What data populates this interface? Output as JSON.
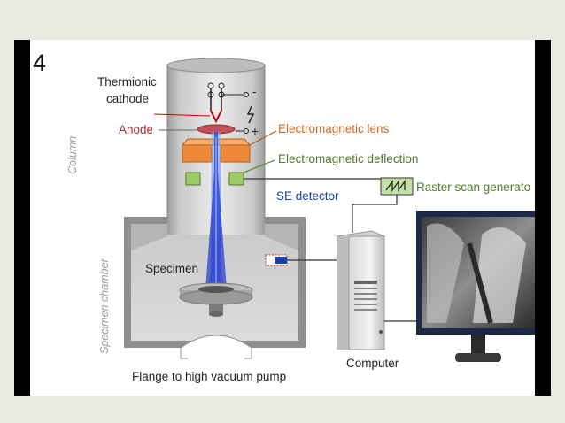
{
  "slide_number": "4",
  "diagram": {
    "side_labels": {
      "column": "Column",
      "chamber": "Specimen chamber"
    },
    "labels": {
      "thermionic_cathode": "Thermionic cathode",
      "thermionic_cathode_line1": "Thermionic",
      "thermionic_cathode_line2": "cathode",
      "anode": "Anode",
      "em_lens": "Electromagnetic lens",
      "em_deflection": "Electromagnetic deflection",
      "raster_scan_generator": "Raster scan generato",
      "se_detector": "SE detector",
      "specimen": "Specimen",
      "computer": "Computer",
      "flange": "Flange to high vacuum pump"
    },
    "voltage_signs": {
      "minus": "-",
      "plus": "+"
    },
    "colors": {
      "lens": "#ef8a3a",
      "deflection_coils": "#9ccc65",
      "raster_box": "#c5e1a5",
      "beam": "#2a3fd0",
      "anode": "#c0505a",
      "column_gray": "#c8c8c8",
      "chamber_gray": "#d6d6d6"
    }
  }
}
